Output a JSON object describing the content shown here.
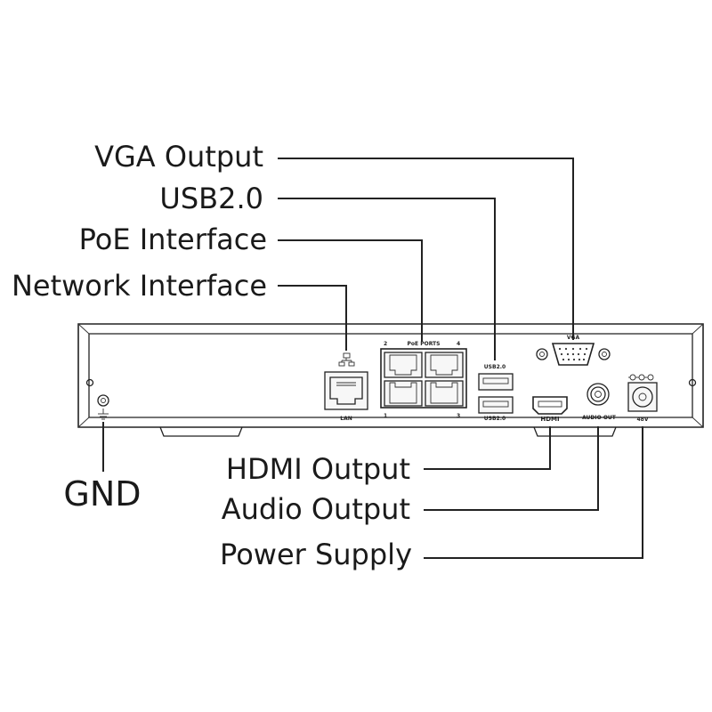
{
  "callouts": {
    "vga_output": "VGA Output",
    "usb": "USB2.0",
    "poe_interface": "PoE Interface",
    "network_interface": "Network Interface",
    "hdmi_output": "HDMI Output",
    "audio_output": "Audio Output",
    "power_supply": "Power Supply",
    "gnd": "GND"
  },
  "panel_labels": {
    "vga": "VGA",
    "poe_ports": "PoE  PORTS",
    "port_2": "2",
    "port_4": "4",
    "port_1": "1",
    "port_3": "3",
    "usb_top": "USB2.0",
    "usb_bottom": "USB2.0",
    "hdmi": "HDMI",
    "audio_out": "AUDIO OUT",
    "power": "48V",
    "lan": "LAN"
  }
}
